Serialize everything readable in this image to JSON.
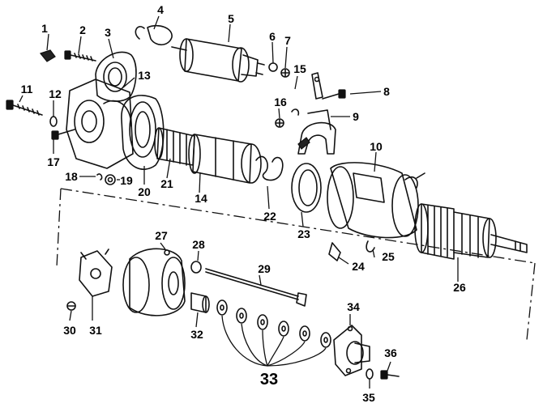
{
  "labels": [
    {
      "id": "p1",
      "text": "1"
    },
    {
      "id": "p2",
      "text": "2"
    },
    {
      "id": "p3",
      "text": "3"
    },
    {
      "id": "p4",
      "text": "4"
    },
    {
      "id": "p5",
      "text": "5"
    },
    {
      "id": "p6",
      "text": "6"
    },
    {
      "id": "p7",
      "text": "7"
    },
    {
      "id": "p8",
      "text": "8"
    },
    {
      "id": "p9",
      "text": "9"
    },
    {
      "id": "p10",
      "text": "10"
    },
    {
      "id": "p11",
      "text": "11"
    },
    {
      "id": "p12",
      "text": "12"
    },
    {
      "id": "p13",
      "text": "13"
    },
    {
      "id": "p14",
      "text": "14"
    },
    {
      "id": "p15",
      "text": "15"
    },
    {
      "id": "p16",
      "text": "16"
    },
    {
      "id": "p17",
      "text": "17"
    },
    {
      "id": "p18",
      "text": "18"
    },
    {
      "id": "p19",
      "text": "19"
    },
    {
      "id": "p20",
      "text": "20"
    },
    {
      "id": "p21",
      "text": "21"
    },
    {
      "id": "p22",
      "text": "22"
    },
    {
      "id": "p23",
      "text": "23"
    },
    {
      "id": "p24",
      "text": "24"
    },
    {
      "id": "p25",
      "text": "25"
    },
    {
      "id": "p26",
      "text": "26"
    },
    {
      "id": "p27",
      "text": "27"
    },
    {
      "id": "p28",
      "text": "28"
    },
    {
      "id": "p29",
      "text": "29"
    },
    {
      "id": "p30",
      "text": "30"
    },
    {
      "id": "p31",
      "text": "31"
    },
    {
      "id": "p32",
      "text": "32"
    },
    {
      "id": "p33",
      "text": "33"
    },
    {
      "id": "p34",
      "text": "34"
    },
    {
      "id": "p35",
      "text": "35"
    },
    {
      "id": "p36",
      "text": "36"
    }
  ]
}
